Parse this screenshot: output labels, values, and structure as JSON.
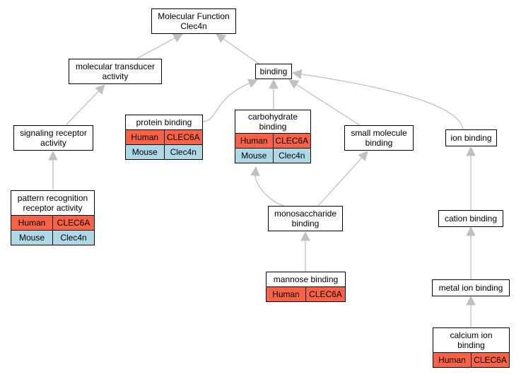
{
  "colors": {
    "human_row": "#fa6246",
    "mouse_row": "#add8e6",
    "edge": "#c0c0c0"
  },
  "nodes": {
    "mf_root": {
      "title": "Molecular Function\nClec4n",
      "rows": []
    },
    "mol_transducer": {
      "title": "molecular transducer\nactivity",
      "rows": []
    },
    "binding": {
      "title": "binding",
      "rows": []
    },
    "signaling_receptor": {
      "title": "signaling receptor\nactivity",
      "rows": []
    },
    "protein_binding": {
      "title": "protein binding",
      "rows": [
        {
          "species": "Human",
          "gene": "CLEC6A"
        },
        {
          "species": "Mouse",
          "gene": "Clec4n"
        }
      ]
    },
    "carbohydrate_binding": {
      "title": "carbohydrate\nbinding",
      "rows": [
        {
          "species": "Human",
          "gene": "CLEC6A"
        },
        {
          "species": "Mouse",
          "gene": "Clec4n"
        }
      ]
    },
    "small_molecule_binding": {
      "title": "small molecule\nbinding",
      "rows": []
    },
    "ion_binding": {
      "title": "ion binding",
      "rows": []
    },
    "pattern_recognition": {
      "title": "pattern recognition\nreceptor activity",
      "rows": [
        {
          "species": "Human",
          "gene": "CLEC6A"
        },
        {
          "species": "Mouse",
          "gene": "Clec4n"
        }
      ]
    },
    "monosaccharide_binding": {
      "title": "monosaccharide\nbinding",
      "rows": []
    },
    "cation_binding": {
      "title": "cation binding",
      "rows": []
    },
    "mannose_binding": {
      "title": "mannose binding",
      "rows": [
        {
          "species": "Human",
          "gene": "CLEC6A"
        }
      ]
    },
    "metal_ion_binding": {
      "title": "metal ion binding",
      "rows": []
    },
    "calcium_ion_binding": {
      "title": "calcium ion\nbinding",
      "rows": [
        {
          "species": "Human",
          "gene": "CLEC6A"
        }
      ]
    }
  },
  "edges": [
    {
      "from": "mol_transducer",
      "to": "mf_root"
    },
    {
      "from": "binding",
      "to": "mf_root"
    },
    {
      "from": "signaling_receptor",
      "to": "mol_transducer"
    },
    {
      "from": "pattern_recognition",
      "to": "signaling_receptor"
    },
    {
      "from": "protein_binding",
      "to": "binding"
    },
    {
      "from": "carbohydrate_binding",
      "to": "binding"
    },
    {
      "from": "small_molecule_binding",
      "to": "binding"
    },
    {
      "from": "ion_binding",
      "to": "binding"
    },
    {
      "from": "monosaccharide_binding",
      "to": "carbohydrate_binding"
    },
    {
      "from": "monosaccharide_binding",
      "to": "small_molecule_binding"
    },
    {
      "from": "mannose_binding",
      "to": "monosaccharide_binding"
    },
    {
      "from": "cation_binding",
      "to": "ion_binding"
    },
    {
      "from": "metal_ion_binding",
      "to": "cation_binding"
    },
    {
      "from": "calcium_ion_binding",
      "to": "metal_ion_binding"
    }
  ]
}
